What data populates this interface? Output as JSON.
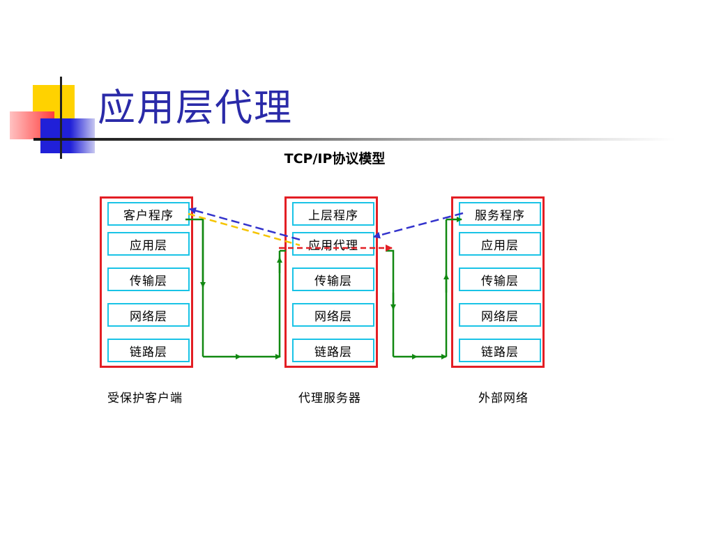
{
  "page": {
    "title": "应用层代理"
  },
  "diagram": {
    "heading": "TCP/IP协议模型",
    "stacks": [
      {
        "layers": [
          "客户程序",
          "应用层",
          "传输层",
          "网络层",
          "链路层"
        ],
        "caption": "受保护客户端"
      },
      {
        "layers": [
          "上层程序",
          "应用代理",
          "传输层",
          "网络层",
          "链路层"
        ],
        "caption": "代理服务器"
      },
      {
        "layers": [
          "服务程序",
          "应用层",
          "传输层",
          "网络层",
          "链路层"
        ],
        "caption": "外部网络"
      }
    ]
  },
  "colors": {
    "stack_border": "#e31e24",
    "layer_border": "#19c3e6",
    "title": "#2a2aa8",
    "data_path": "#118811",
    "blue_dashed": "#3333cc",
    "yellow_dashed": "#f5c400",
    "red_dashed": "#e31e24"
  }
}
